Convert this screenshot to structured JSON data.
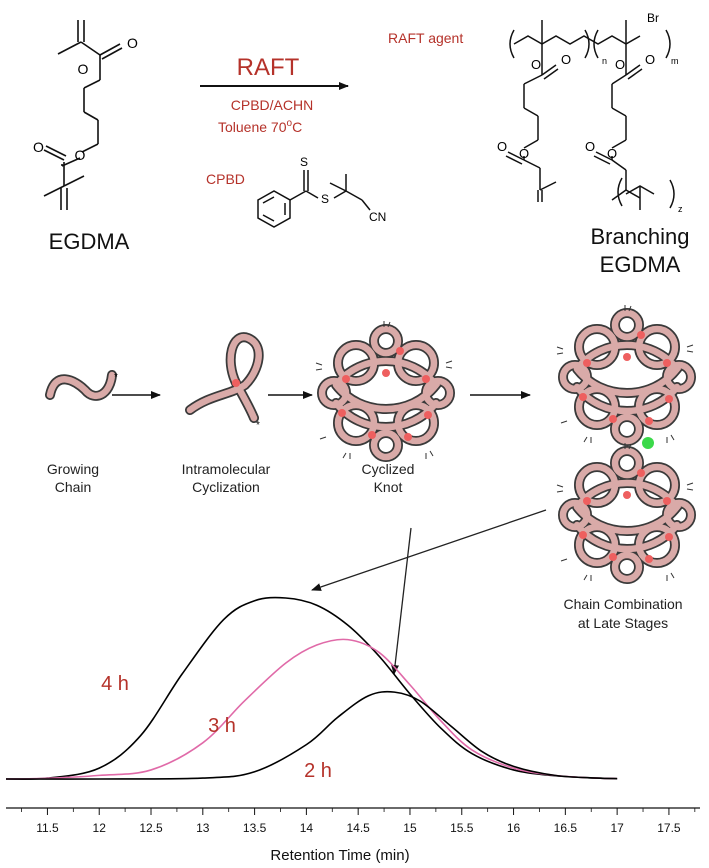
{
  "reaction": {
    "monomer_name": "EGDMA",
    "arrow_label": "RAFT",
    "conditions_line1": "CPBD/ACHN",
    "conditions_line2": "Toluene 70",
    "conditions_deg": "o",
    "conditions_unit": "C",
    "cta_name": "CPBD",
    "cta_atom_s1": "S",
    "cta_atom_s2": "S",
    "cta_atom_cn": "CN",
    "product_prefix": "RAFT agent",
    "product_end": "Br",
    "sub_n": "n",
    "sub_m": "m",
    "sub_z": "z",
    "product_name_line1": "Branching",
    "product_name_line2": "EGDMA"
  },
  "mechanism": {
    "stages": [
      {
        "line1": "Growing",
        "line2": "Chain"
      },
      {
        "line1": "Intramolecular",
        "line2": "Cyclization"
      },
      {
        "line1": "Cyclized",
        "line2": "Knot"
      }
    ],
    "combination": {
      "line1": "Chain Combination",
      "line2": "at Late Stages"
    },
    "colors": {
      "strand": "#d9aaa8",
      "strand_edge": "#3a3a3a",
      "node": "#ee5f5f",
      "link": "#3bd94a"
    }
  },
  "chart_data": {
    "type": "line",
    "xlabel": "Retention Time (min)",
    "xlim": [
      11.1,
      17.8
    ],
    "x_ticks": [
      "11.5",
      "12",
      "12.5",
      "13",
      "13.5",
      "14",
      "14.5",
      "15",
      "15.5",
      "16",
      "16.5",
      "17",
      "17.5"
    ],
    "ylim": [
      0,
      1
    ],
    "series": [
      {
        "name": "4 h",
        "color": "#000000",
        "x": [
          11.1,
          11.5,
          12.0,
          12.4,
          12.8,
          13.2,
          13.5,
          13.8,
          14.1,
          14.4,
          14.7,
          15.0,
          15.3,
          15.6,
          16.0,
          16.4,
          16.8,
          17.0
        ],
        "y": [
          0.0,
          0.005,
          0.06,
          0.24,
          0.58,
          0.88,
          0.985,
          1.0,
          0.96,
          0.85,
          0.68,
          0.47,
          0.28,
          0.14,
          0.05,
          0.018,
          0.005,
          0.002
        ]
      },
      {
        "name": "3 h",
        "color": "#e06aa8",
        "x": [
          11.1,
          11.5,
          12.0,
          12.5,
          13.0,
          13.4,
          13.8,
          14.1,
          14.4,
          14.7,
          15.0,
          15.3,
          15.6,
          16.0,
          16.4,
          16.8,
          17.0
        ],
        "y": [
          0.0,
          0.004,
          0.02,
          0.05,
          0.2,
          0.43,
          0.64,
          0.74,
          0.77,
          0.7,
          0.52,
          0.32,
          0.16,
          0.06,
          0.02,
          0.005,
          0.002
        ]
      },
      {
        "name": "2 h",
        "color": "#000000",
        "x": [
          11.1,
          12.0,
          13.0,
          13.5,
          14.0,
          14.3,
          14.6,
          14.85,
          15.1,
          15.4,
          15.7,
          16.0,
          16.4,
          16.8,
          17.0
        ],
        "y": [
          0.0,
          0.0,
          0.005,
          0.04,
          0.19,
          0.34,
          0.46,
          0.48,
          0.43,
          0.29,
          0.15,
          0.07,
          0.02,
          0.005,
          0.002
        ]
      }
    ]
  }
}
